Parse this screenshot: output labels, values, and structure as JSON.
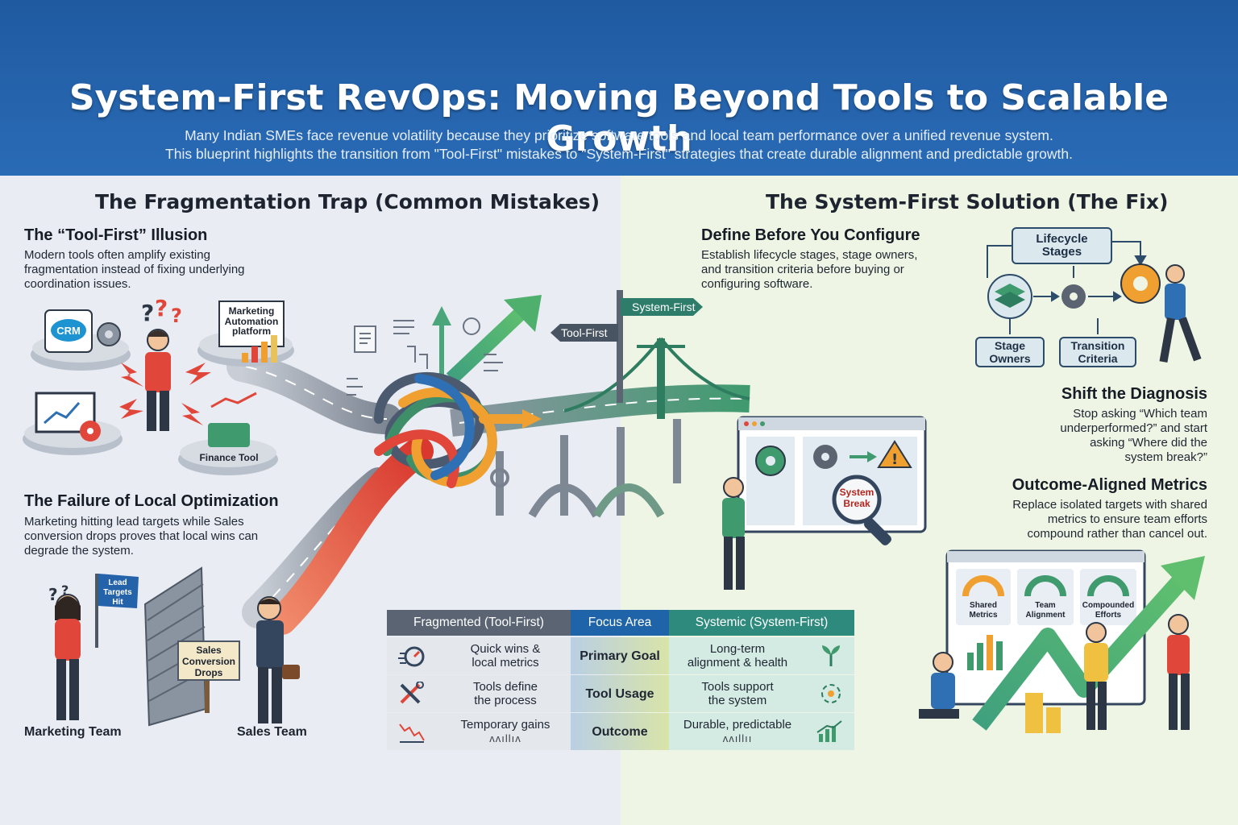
{
  "header": {
    "title": "System-First RevOps: Moving Beyond Tools to Scalable Growth",
    "subtitle_line1": "Many Indian SMEs face revenue volatility because they prioritize software tools and local team performance over a unified revenue system.",
    "subtitle_line2": "This blueprint highlights the transition from \"Tool-First\" mistakes to \"System-First\" strategies that create durable alignment and predictable growth."
  },
  "left": {
    "section_title": "The Fragmentation Trap (Common Mistakes)",
    "tool_first": {
      "heading": "The “Tool-First” Illusion",
      "line1": "Modern tools often amplify existing",
      "line2": "fragmentation instead of fixing underlying",
      "line3": "coordination issues."
    },
    "islands": {
      "crm": "CRM",
      "marketing_l1": "Marketing",
      "marketing_l2": "Automation",
      "marketing_l3": "platform",
      "finance": "Finance Tool"
    },
    "local_opt": {
      "heading": "The Failure of Local Optimization",
      "line1": "Marketing hitting lead targets while Sales",
      "line2": "conversion drops proves that local wins can",
      "line3": "degrade the system."
    },
    "flag": {
      "l1": "Lead",
      "l2": "Targets",
      "l3": "Hit"
    },
    "sign": {
      "l1": "Sales",
      "l2": "Conversion",
      "l3": "Drops"
    },
    "marketing_team": "Marketing Team",
    "sales_team": "Sales Team"
  },
  "signpost": {
    "system_first": "System-First",
    "tool_first": "Tool-First"
  },
  "right": {
    "section_title": "The System-First Solution (The Fix)",
    "define": {
      "heading": "Define Before You Configure",
      "line1": "Establish lifecycle stages, stage owners,",
      "line2": "and transition criteria before buying or",
      "line3": "configuring software."
    },
    "boxes": {
      "lifecycle_l1": "Lifecycle",
      "lifecycle_l2": "Stages",
      "owners_l1": "Stage",
      "owners_l2": "Owners",
      "criteria_l1": "Transition",
      "criteria_l2": "Criteria"
    },
    "diagnosis": {
      "heading": "Shift the Diagnosis",
      "line1": "Stop asking “Which team",
      "line2": "underperformed?” and start",
      "line3": "asking “Where did the",
      "line4": "system break?”"
    },
    "system_break_l1": "System",
    "system_break_l2": "Break",
    "metrics": {
      "heading": "Outcome-Aligned Metrics",
      "line1": "Replace isolated targets with shared",
      "line2": "metrics to ensure team efforts",
      "line3": "compound rather than cancel out."
    },
    "gauges": {
      "g1_l1": "Shared",
      "g1_l2": "Metrics",
      "g2_l1": "Team",
      "g2_l2": "Alignment",
      "g3_l1": "Compounded",
      "g3_l2": "Efforts"
    }
  },
  "table": {
    "headers": {
      "fragmented": "Fragmented (Tool-First)",
      "focus": "Focus Area",
      "systemic": "Systemic (System-First)"
    },
    "rows": [
      {
        "left_l1": "Quick wins &",
        "left_l2": "local metrics",
        "focus": "Primary Goal",
        "right_l1": "Long-term",
        "right_l2": "alignment & health"
      },
      {
        "left_l1": "Tools define",
        "left_l2": "the process",
        "focus": "Tool Usage",
        "right_l1": "Tools support",
        "right_l2": "the system"
      },
      {
        "left_l1": "Temporary gains",
        "left_l2": "ʌʌıllıʌ",
        "focus": "Outcome",
        "right_l1": "Durable, predictable",
        "right_l2": "ʌʌıllıı"
      }
    ]
  },
  "colors": {
    "header_blue": "#2462aa",
    "table_gray": "#5a6473",
    "table_blue": "#1f64a8",
    "table_green": "#2e8a7c",
    "road_red": "#e0473a",
    "road_green": "#3f9a6e"
  }
}
